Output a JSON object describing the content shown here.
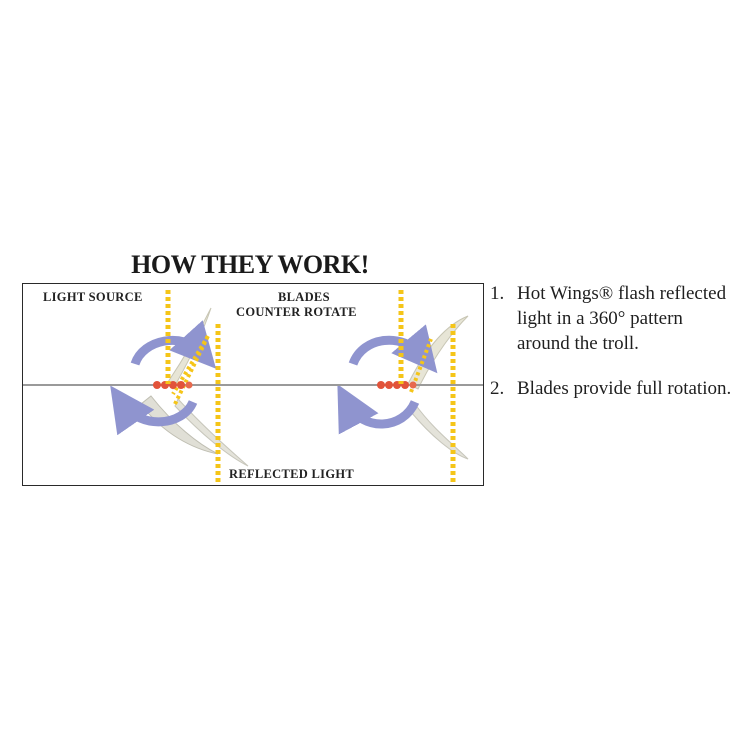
{
  "title": "HOW THEY WORK!",
  "labels": {
    "light_source": "LIGHT SOURCE",
    "blades": "BLADES",
    "counter_rotate": "COUNTER ROTATE",
    "reflected_light": "REFLECTED LIGHT"
  },
  "steps": [
    {
      "number": "1.",
      "text": "Hot Wings® flash reflected light in a 360° pattern around the troll."
    },
    {
      "number": "2.",
      "text": "Blades provide full rotation."
    }
  ],
  "colors": {
    "light_dots": "#f5c518",
    "rotation_arrow": "#8f94cf",
    "blade": "#e4e3da",
    "bead": "#e2533a",
    "wire": "#9a9a9a"
  }
}
